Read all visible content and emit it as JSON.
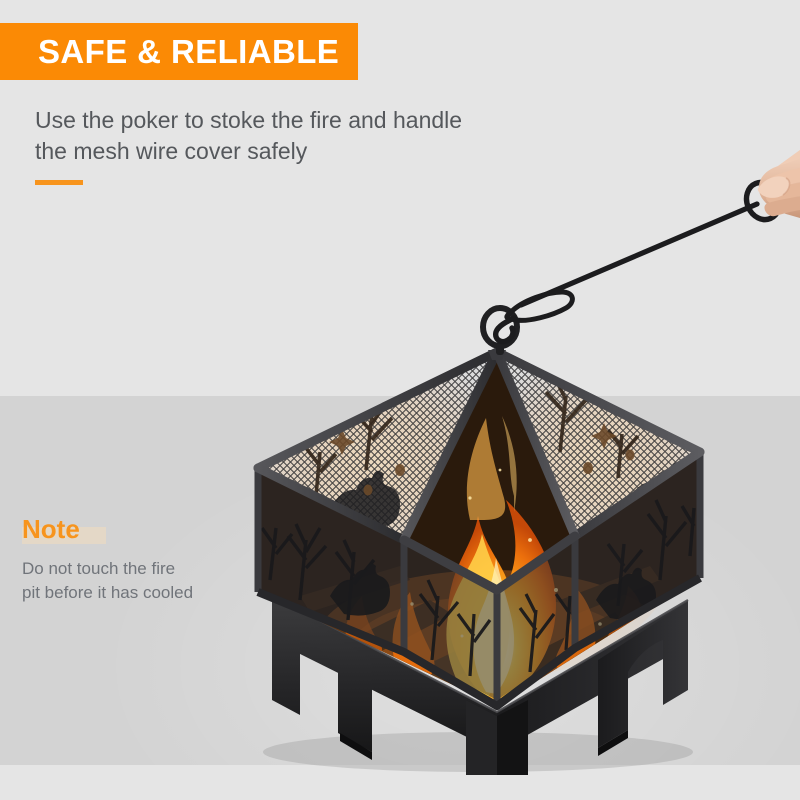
{
  "banner": {
    "title": "SAFE & RELIABLE",
    "bg_color": "#FB8A05",
    "text_color": "#FFFFFF"
  },
  "subtitle": {
    "text": "Use the poker to stoke the fire and handle\nthe mesh wire cover safely",
    "color": "#55585C"
  },
  "rule": {
    "color": "#F7941D"
  },
  "note": {
    "title": "Note",
    "title_color": "#F7941D",
    "highlight_color": "#E6D8C4",
    "body": "Do not touch the fire\npit before it has cooled",
    "body_color": "#70747A"
  },
  "product": {
    "name": "square-fire-pit-with-mesh-spark-screen",
    "metal_color": "#3a3a3c",
    "metal_dark": "#222224",
    "mesh_color": "#cfcfcf",
    "flame_colors": [
      "#FFD24A",
      "#FFA41B",
      "#F2720C",
      "#D9500A"
    ],
    "parts": [
      "mesh-spark-screen-lid",
      "lid-ring-handle",
      "deer-and-tree-silhouette-panels",
      "fire-bowl",
      "pedestal-base-with-arched-legs",
      "burning-logs-and-flames"
    ]
  },
  "poker": {
    "name": "fire-poker-tool",
    "color": "#1c1c1e",
    "parts": [
      "ring-grip-handle",
      "long-shaft",
      "loop-collar",
      "hook-tip"
    ]
  },
  "hand": {
    "name": "human-hand-gripping-poker",
    "skin_color": "#E8C0A8"
  },
  "canvas": {
    "background_top": "#E5E5E5",
    "background_mid": "#D3D3D3",
    "background_bottom": "#E5E5E5"
  }
}
